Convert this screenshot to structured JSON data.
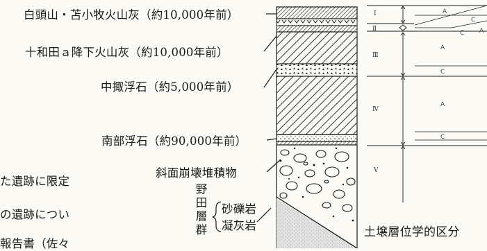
{
  "column_labels": {
    "shiragashira": "白頭山・苫小牧火山灰（約10,000年前）",
    "towada_a": "十和田ａ降下火山灰（約10,000年前）",
    "chuseri": "中掫浮石（約5,000年前）",
    "nanbu": "南部浮石（約90,000年前）",
    "landslide": "斜面崩壊堆積物",
    "noda_group": "野田層群",
    "sandstone": "砂礫岩",
    "tuff": "凝灰岩"
  },
  "body_fragments": [
    "た遺跡に限定",
    "の遺跡につい",
    "報告書（佐々"
  ],
  "soil_division": {
    "title": "土壌層位学的区分",
    "roman": [
      "Ⅰ",
      "Ⅱ",
      "Ⅲ",
      "Ⅳ",
      "Ⅴ"
    ],
    "marks": [
      "A",
      "C",
      "A",
      "C",
      "A",
      "C",
      "A",
      "C"
    ]
  },
  "colors": {
    "ink": "#1a1a1a",
    "paper": "#fbfaf5",
    "tuff_fill": "#d8d8d8"
  }
}
